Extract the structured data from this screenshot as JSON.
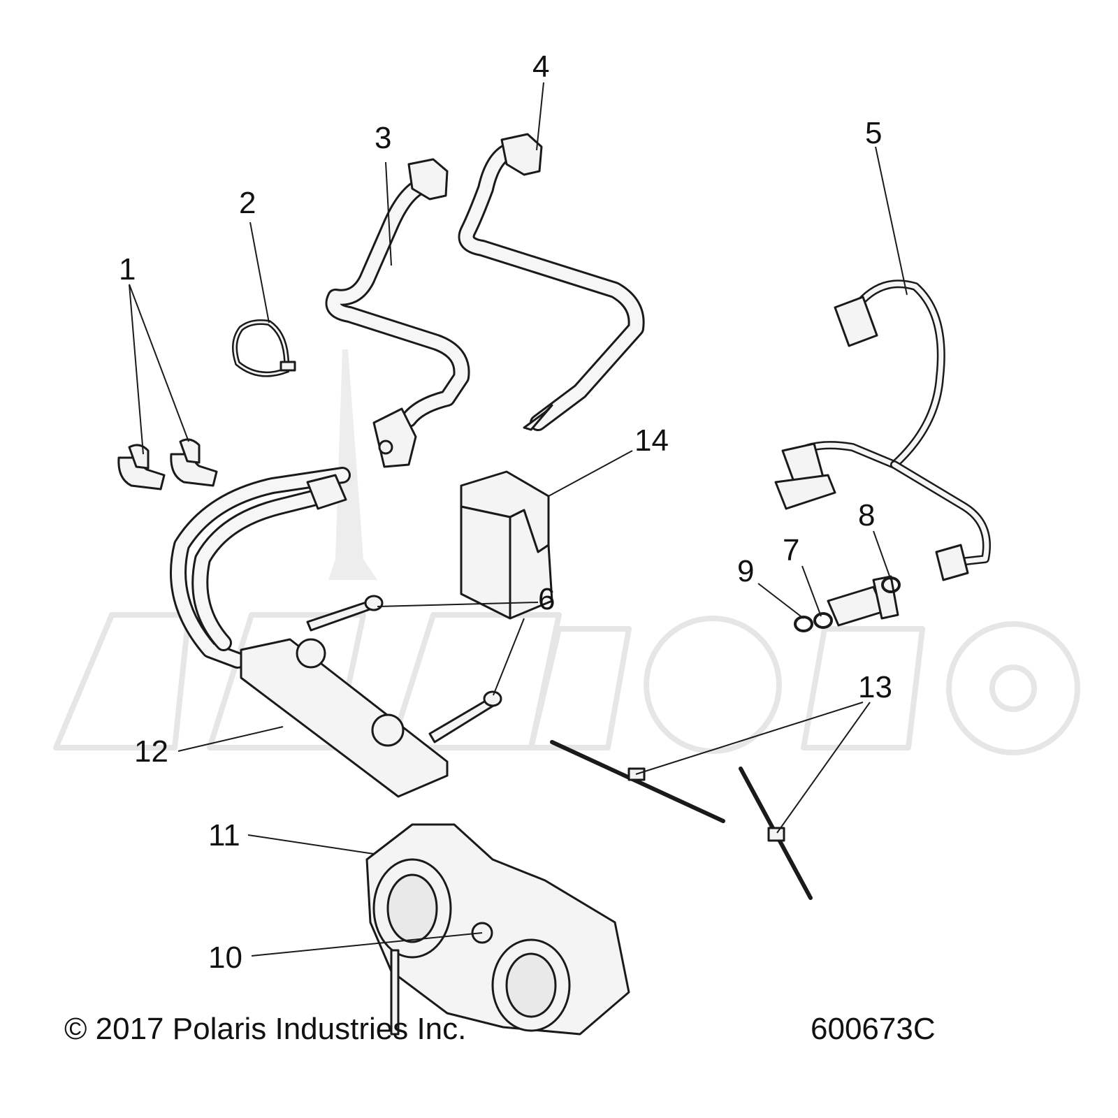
{
  "footer": {
    "copyright": "© 2017 Polaris Industries Inc.",
    "part_number": "600673C"
  },
  "callouts": [
    "1",
    "2",
    "3",
    "4",
    "5",
    "6",
    "7",
    "8",
    "9",
    "10",
    "11",
    "12",
    "13",
    "14"
  ]
}
